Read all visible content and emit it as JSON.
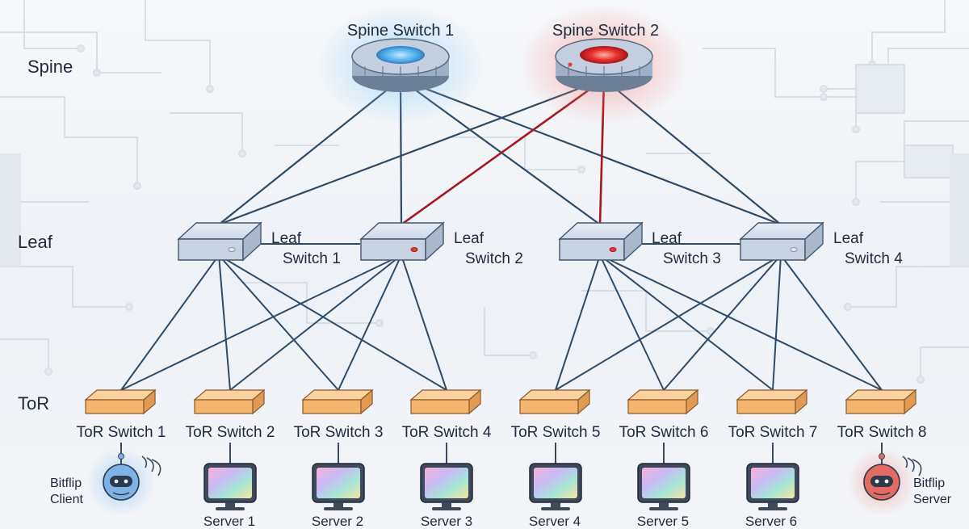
{
  "tiers": {
    "spine": "Spine",
    "leaf": "Leaf",
    "tor": "ToR"
  },
  "spines": [
    {
      "label": "Spine Switch 1",
      "glow": "#4aa8e8"
    },
    {
      "label": "Spine Switch 2",
      "glow": "#e23a3a"
    }
  ],
  "leaves": [
    {
      "line1": "Leaf",
      "line2": "Switch 1"
    },
    {
      "line1": "Leaf",
      "line2": "Switch 2"
    },
    {
      "line1": "Leaf",
      "line2": "Switch 3"
    },
    {
      "line1": "Leaf",
      "line2": "Switch 4"
    }
  ],
  "tors": [
    {
      "label": "ToR Switch 1"
    },
    {
      "label": "ToR Switch 2"
    },
    {
      "label": "ToR Switch 3"
    },
    {
      "label": "ToR Switch 4"
    },
    {
      "label": "ToR Switch 5"
    },
    {
      "label": "ToR Switch 6"
    },
    {
      "label": "ToR Switch 7"
    },
    {
      "label": "ToR Switch 8"
    }
  ],
  "servers": [
    {
      "label": "Server 1"
    },
    {
      "label": "Server 2"
    },
    {
      "label": "Server 3"
    },
    {
      "label": "Server 4"
    },
    {
      "label": "Server 5"
    },
    {
      "label": "Server 6"
    }
  ],
  "client": {
    "line1": "Bitflip",
    "line2": "Client"
  },
  "server_bot": {
    "line1": "Bitflip",
    "line2": "Server"
  },
  "colors": {
    "link": "#2f4a66",
    "fault_link": "#a3191f",
    "tor_fill": "#f5b56e",
    "leaf_fill": "#c9d4e3",
    "client_glow": "#3f8fd6",
    "server_glow": "#d83a3a"
  },
  "fault_links": [
    [
      "spine2",
      "leaf2"
    ],
    [
      "spine2",
      "leaf3"
    ]
  ]
}
